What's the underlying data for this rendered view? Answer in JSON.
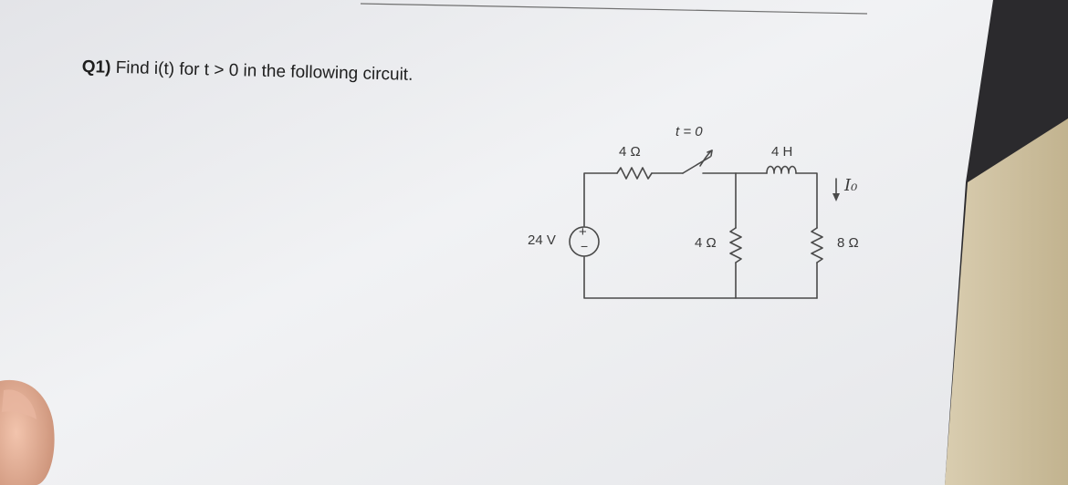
{
  "question": {
    "number": "Q1)",
    "text": "Find i(t) for t > 0 in the following circuit."
  },
  "circuit": {
    "source_label": "24 V",
    "source_plus": "+",
    "source_minus": "−",
    "r_series_label": "4 Ω",
    "switch_label": "t = 0",
    "r_shunt_label": "4 Ω",
    "inductor_label": "4 H",
    "current_label": "I₀",
    "r_load_label": "8 Ω"
  },
  "colors": {
    "background_dark": "#2b2a2d",
    "paper": "#eeeff1",
    "wood": "#cfc2a0",
    "ink": "#1e1e1e",
    "circuit_ink": "#4a4a4a"
  }
}
